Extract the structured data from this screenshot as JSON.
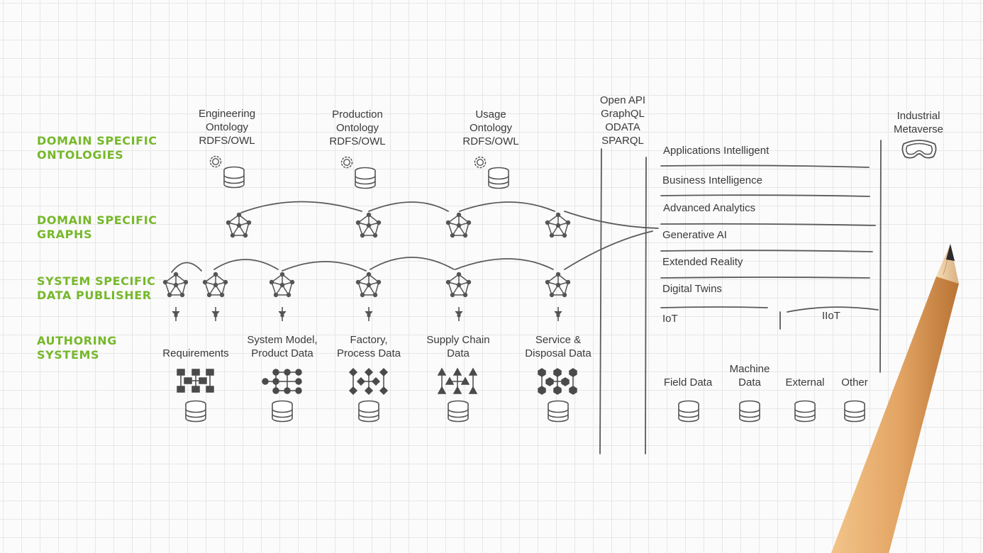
{
  "row_labels": {
    "ontologies": "DOMAIN SPECIFIC\nONTOLOGIES",
    "graphs": "DOMAIN SPECIFIC\nGRAPHS",
    "publisher": "SYSTEM SPECIFIC\nDATA PUBLISHER",
    "authoring": "AUTHORING\nSYSTEMS"
  },
  "ontologies": [
    {
      "label": "Engineering\nOntology\nRDFS/OWL"
    },
    {
      "label": "Production\nOntology\nRDFS/OWL"
    },
    {
      "label": "Usage\nOntology\nRDFS/OWL"
    }
  ],
  "api": {
    "label": "Open API\nGraphQL\nODATA\nSPARQL"
  },
  "authoring_systems": [
    {
      "label": "Requirements"
    },
    {
      "label": "System Model,\nProduct Data"
    },
    {
      "label": "Factory,\nProcess Data"
    },
    {
      "label": "Supply Chain\nData"
    },
    {
      "label": "Service &\nDisposal Data"
    }
  ],
  "layers": [
    {
      "label": "Applications Intelligent"
    },
    {
      "label": "Business Intelligence"
    },
    {
      "label": "Advanced Analytics"
    },
    {
      "label": "Generative AI"
    },
    {
      "label": "Extended Reality"
    },
    {
      "label": "Digital Twins"
    }
  ],
  "iot": {
    "left": "IoT",
    "right": "IIoT"
  },
  "sources": [
    {
      "label": "Field Data"
    },
    {
      "label": "Machine\nData"
    },
    {
      "label": "External"
    },
    {
      "label": "Other"
    }
  ],
  "metaverse": {
    "label": "Industrial\nMetaverse",
    "icon": "vr-headset-icon"
  },
  "colors": {
    "accent": "#76b82a",
    "ink": "#3a3a3a",
    "pencil": "#e2a463"
  }
}
